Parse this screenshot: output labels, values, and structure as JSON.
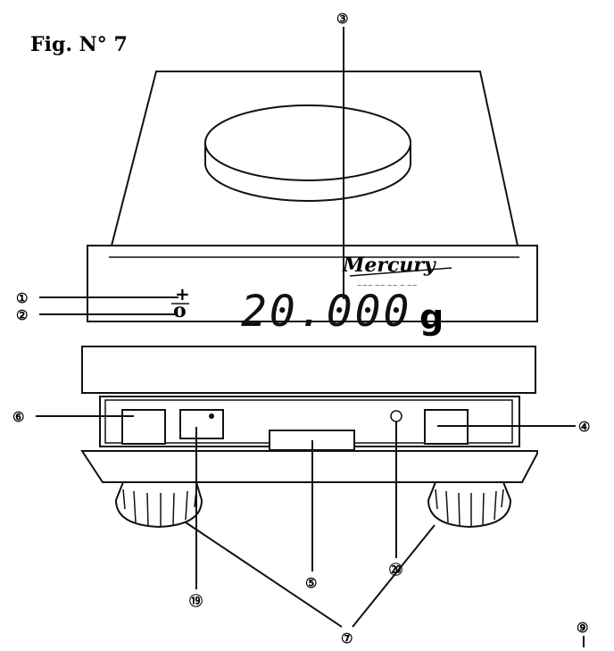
{
  "figure": {
    "title": "Fig.  N° 7",
    "brand": "Mercury",
    "brand_subtext": "~~~ ~~ ~~ ~ ~~",
    "display": {
      "value": "20.000",
      "unit": "g",
      "plus_symbol": "+",
      "zero_symbol": "o"
    },
    "callouts": {
      "c1": "①",
      "c2": "②",
      "c3": "③",
      "c4": "④",
      "c5": "⑤",
      "c6": "⑥",
      "c7": "⑦",
      "c9": "⑨",
      "c19": "⑲",
      "c20": "⑳"
    }
  }
}
